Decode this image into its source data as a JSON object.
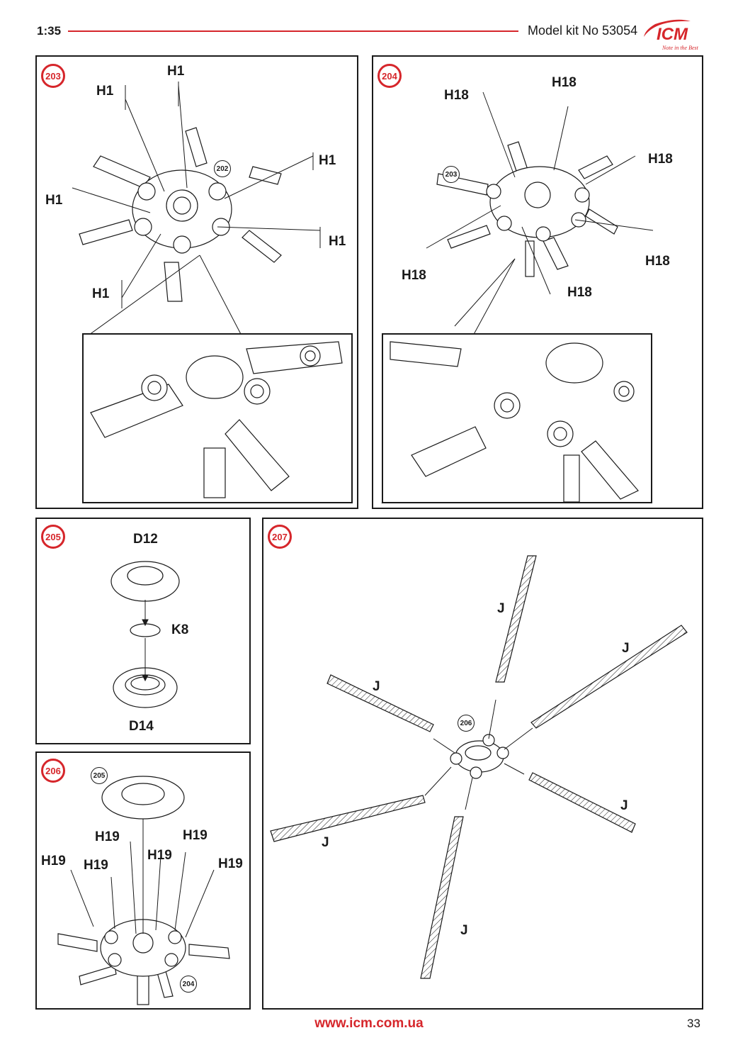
{
  "header": {
    "scale": "1:35",
    "kit": "Model kit No 53054",
    "logo": "ICM",
    "tagline": "Note in the Best",
    "accent": "#d6262b"
  },
  "steps": {
    "s203": {
      "num": "203",
      "labels": [
        "H1",
        "H1",
        "H1",
        "H1",
        "H1",
        "H1"
      ],
      "ref": "202"
    },
    "s204": {
      "num": "204",
      "labels": [
        "H18",
        "H18",
        "H18",
        "H18",
        "H18",
        "H18"
      ],
      "ref": "203"
    },
    "s205": {
      "num": "205",
      "labels": [
        "D12",
        "K8",
        "D14"
      ]
    },
    "s206": {
      "num": "206",
      "labels": [
        "H19",
        "H19",
        "H19",
        "H19",
        "H19",
        "H19"
      ],
      "ref_top": "205",
      "ref_bottom": "204"
    },
    "s207": {
      "num": "207",
      "labels": [
        "J",
        "J",
        "J",
        "J",
        "J",
        "J"
      ],
      "ref": "206"
    }
  },
  "footer": {
    "url": "www.icm.com.ua",
    "page": "33"
  }
}
